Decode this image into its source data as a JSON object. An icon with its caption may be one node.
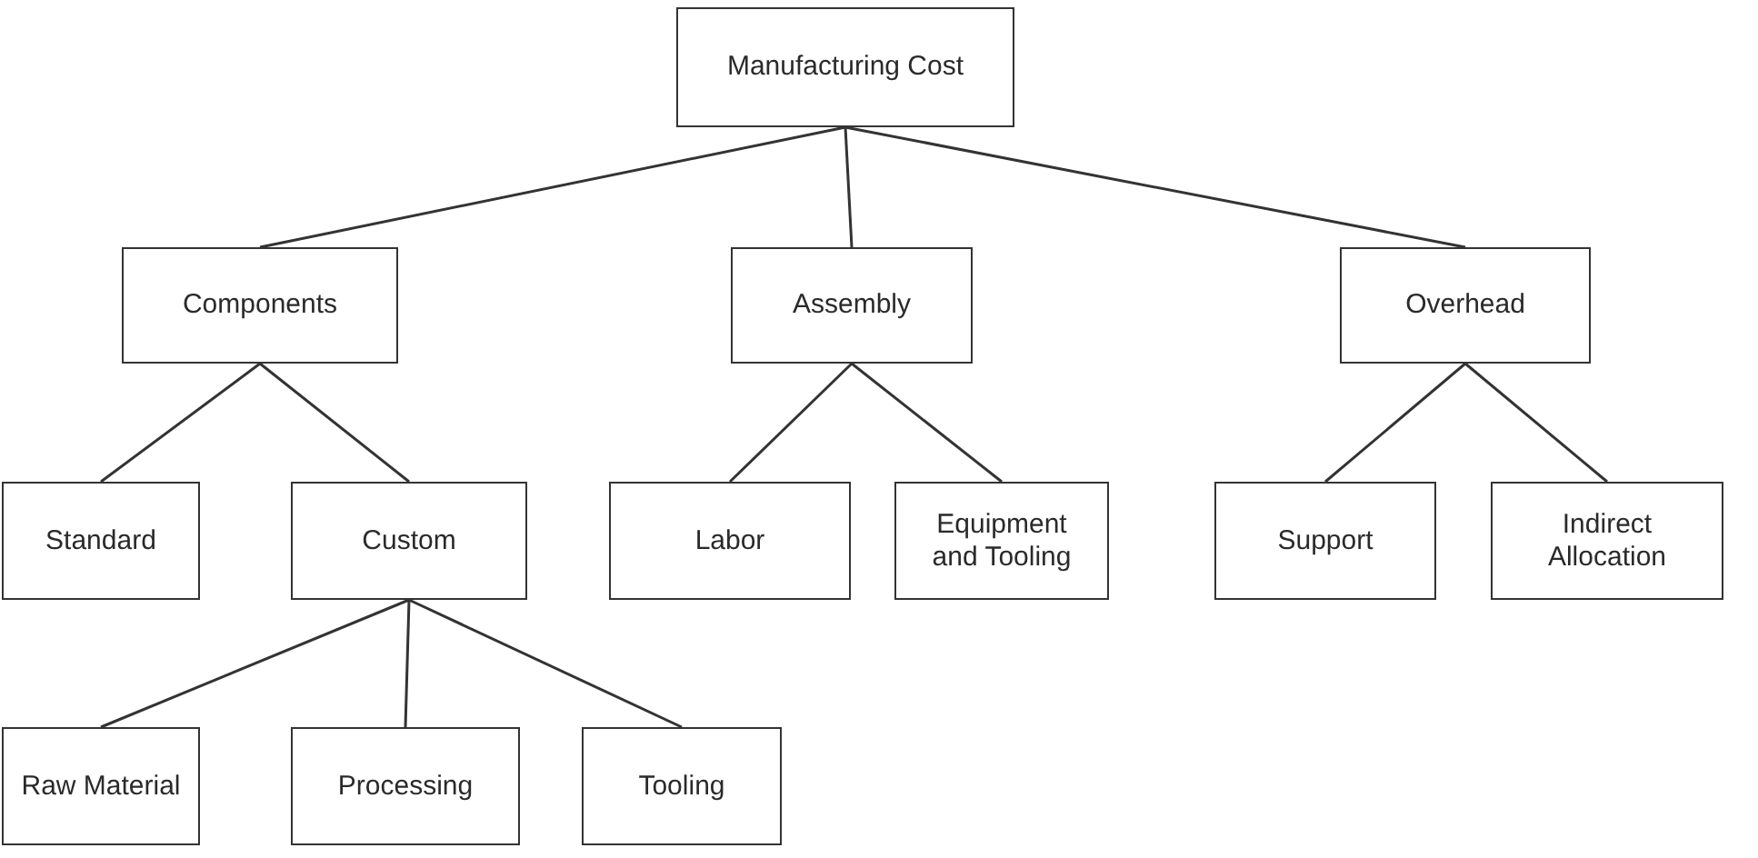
{
  "diagram": {
    "nodes": [
      {
        "text": [
          "Manufacturing Cost"
        ]
      },
      {
        "text": [
          "Components"
        ]
      },
      {
        "text": [
          "Assembly"
        ]
      },
      {
        "text": [
          "Overhead"
        ]
      },
      {
        "text": [
          "Standard"
        ]
      },
      {
        "text": [
          "Custom"
        ]
      },
      {
        "text": [
          "Labor"
        ]
      },
      {
        "text": [
          "Equipment and Tooling"
        ]
      },
      {
        "text": [
          "Support"
        ]
      },
      {
        "text": [
          "Indirect Allocation"
        ]
      },
      {
        "text": [
          "Raw Material"
        ]
      },
      {
        "text": [
          "Processing"
        ]
      },
      {
        "text": [
          "Tooling"
        ]
      }
    ],
    "edges": [
      {
        "from": 0,
        "to": 1,
        "arrow": "none"
      },
      {
        "from": 0,
        "to": 2,
        "arrow": "none"
      },
      {
        "from": 0,
        "to": 3,
        "arrow": "none"
      },
      {
        "from": 1,
        "to": 4,
        "arrow": "none"
      },
      {
        "from": 1,
        "to": 5,
        "arrow": "none"
      },
      {
        "from": 2,
        "to": 6,
        "arrow": "none"
      },
      {
        "from": 2,
        "to": 7,
        "arrow": "none"
      },
      {
        "from": 3,
        "to": 8,
        "arrow": "none"
      },
      {
        "from": 3,
        "to": 9,
        "arrow": "none"
      },
      {
        "from": 5,
        "to": 10,
        "arrow": "none"
      },
      {
        "from": 5,
        "to": 11,
        "arrow": "none"
      },
      {
        "from": 5,
        "to": 12,
        "arrow": "none"
      }
    ]
  }
}
